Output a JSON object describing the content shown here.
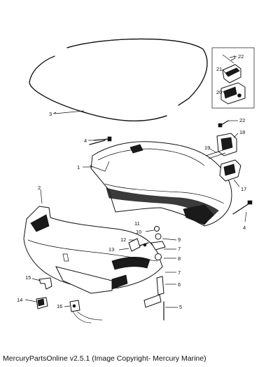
{
  "callouts": {
    "c1": "1",
    "c2": "2",
    "c3": "3",
    "c4a": "4",
    "c4b": "4",
    "c5": "5",
    "c6": "6",
    "c7a": "7",
    "c7b": "7",
    "c8": "8",
    "c9": "9",
    "c10": "10",
    "c11": "11",
    "c12": "12",
    "c13": "13",
    "c14": "14",
    "c15": "15",
    "c16": "16",
    "c17": "17",
    "c18": "18",
    "c19": "19",
    "c20": "20",
    "c21": "21",
    "c22a": "22",
    "c22b": "22"
  },
  "footer": "MercuryPartsOnline v2.5.1 (Image Copyright- Mercury Marine)"
}
